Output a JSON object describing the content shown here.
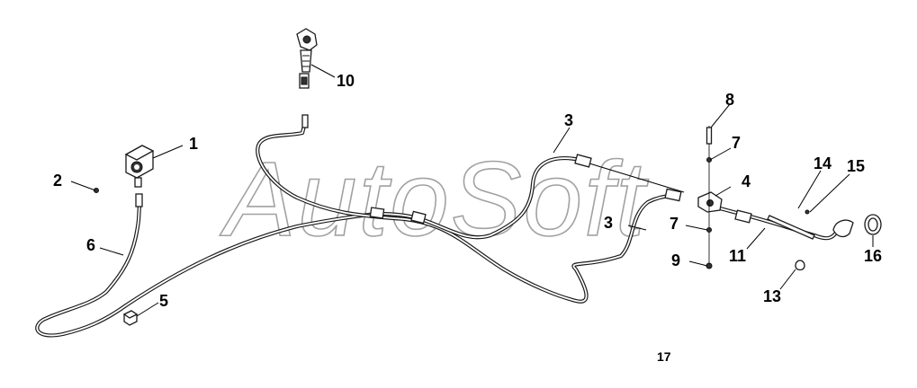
{
  "watermark": "AutoSoft",
  "page_number": "17",
  "callouts": [
    "1",
    "2",
    "3",
    "3",
    "4",
    "5",
    "6",
    "7",
    "7",
    "8",
    "9",
    "10",
    "11",
    "13",
    "14",
    "15",
    "16"
  ]
}
